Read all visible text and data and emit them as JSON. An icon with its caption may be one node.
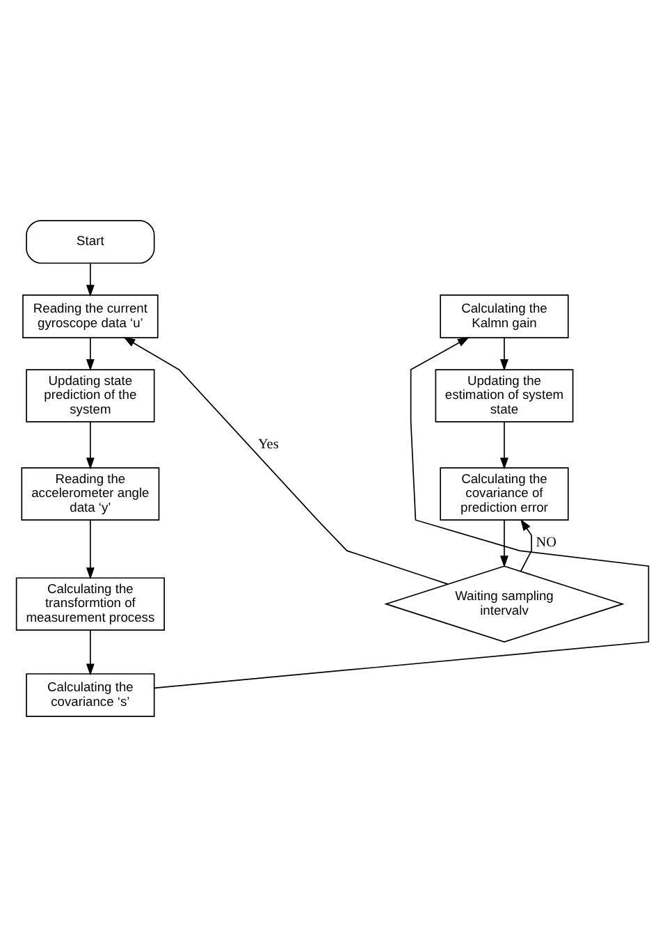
{
  "diagram": {
    "nodes": [
      {
        "text": [
          "Start"
        ]
      },
      {
        "text": [
          "Reading the current gyroscope data ‘u’"
        ]
      },
      {
        "text": [
          "Updating state prediction of the system"
        ]
      },
      {
        "text": [
          "Reading the accelerometer angle data ‘y’"
        ]
      },
      {
        "text": [
          "Calculating the transformtion of measurement process"
        ]
      },
      {
        "text": [
          "Calculating the covariance ‘s’"
        ]
      },
      {
        "text": [
          "Calculating the Kalmn gain"
        ]
      },
      {
        "text": [
          "Updating the estimation of system state"
        ]
      },
      {
        "text": [
          "Calculating the covariance of prediction error"
        ]
      },
      {
        "text": [
          "Waiting sampling intervalv"
        ]
      }
    ],
    "edges": [
      {
        "from": 0,
        "to": 1,
        "arrow": "to"
      },
      {
        "from": 1,
        "to": 2,
        "arrow": "to"
      },
      {
        "from": 2,
        "to": 3,
        "arrow": "to"
      },
      {
        "from": 3,
        "to": 4,
        "arrow": "to"
      },
      {
        "from": 4,
        "to": 5,
        "arrow": "to"
      },
      {
        "from": 5,
        "to": 6,
        "arrow": "to"
      },
      {
        "from": 6,
        "to": 7,
        "arrow": "to"
      },
      {
        "from": 7,
        "to": 8,
        "arrow": "to"
      },
      {
        "from": 8,
        "to": 9,
        "arrow": "to"
      },
      {
        "from": 9,
        "to": 8,
        "label": "NO",
        "arrow": "to"
      },
      {
        "from": 9,
        "to": 1,
        "label": "Yes",
        "arrow": "to"
      }
    ]
  }
}
